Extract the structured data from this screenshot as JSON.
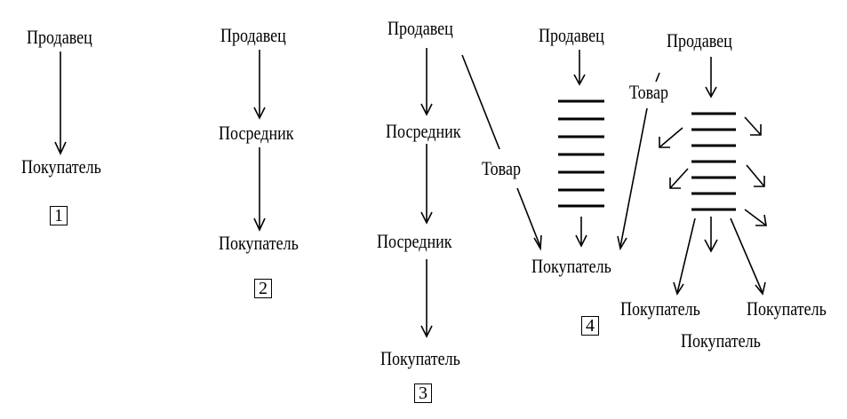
{
  "labels": {
    "seller": "Продавец",
    "intermediary": "Посредник",
    "buyer": "Покупатель",
    "goods": "Товар"
  },
  "numbers": [
    "1",
    "2",
    "3",
    "4"
  ]
}
